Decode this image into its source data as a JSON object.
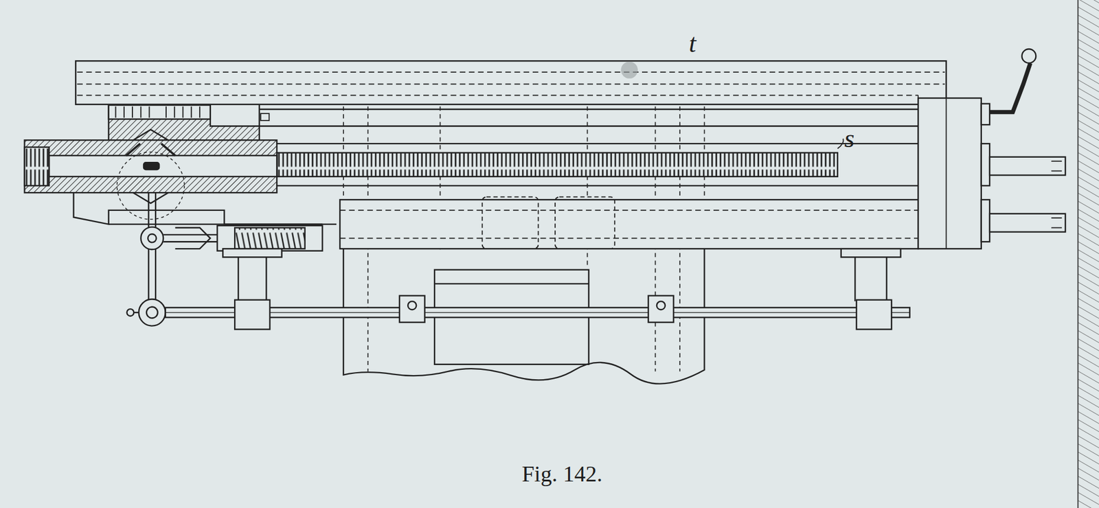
{
  "diagram": {
    "caption": "Fig. 142.",
    "labels": [
      "t",
      "s"
    ]
  }
}
